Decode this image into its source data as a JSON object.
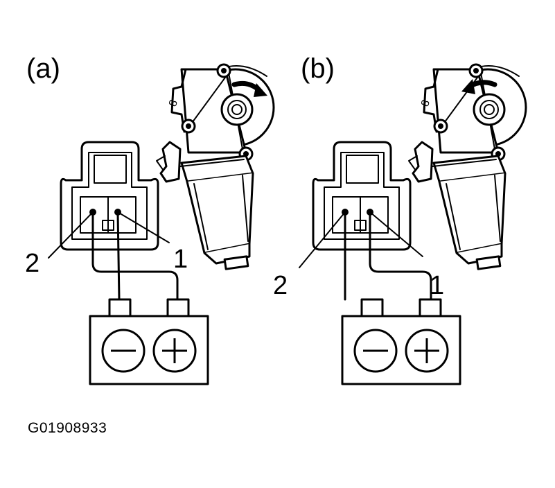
{
  "panels": [
    {
      "id": "a",
      "label": "(a)",
      "pin_left_label": "2",
      "pin_right_label": "1",
      "battery_neg_symbol": "minus-icon",
      "battery_pos_symbol": "plus-icon",
      "rotation_direction": "clockwise"
    },
    {
      "id": "b",
      "label": "(b)",
      "pin_left_label": "2",
      "pin_right_label": "1",
      "battery_neg_symbol": "minus-icon",
      "battery_pos_symbol": "plus-icon",
      "rotation_direction": "counterclockwise"
    }
  ],
  "figure_code": "G01908933"
}
